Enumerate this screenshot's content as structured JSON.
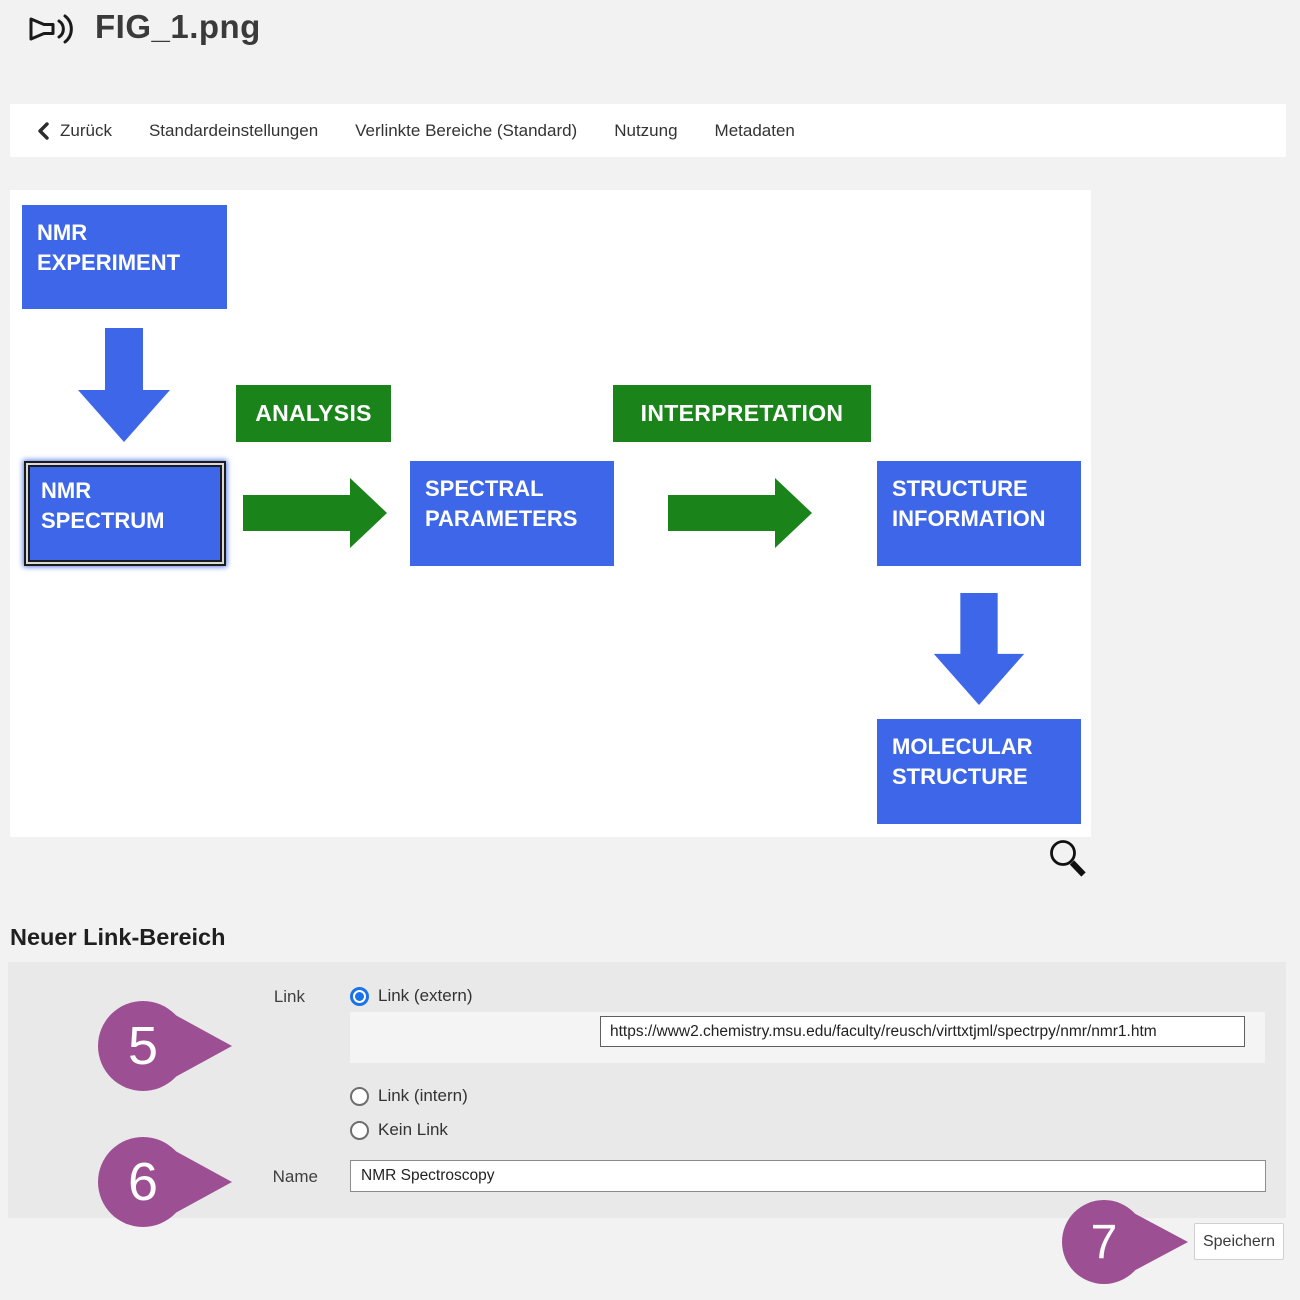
{
  "header": {
    "title": "FIG_1.png"
  },
  "nav": {
    "back_label": "Zurück",
    "items": [
      "Standardeinstellungen",
      "Verlinkte Bereiche (Standard)",
      "Nutzung",
      "Metadaten"
    ]
  },
  "diagram": {
    "nodes": [
      {
        "id": "nmr-experiment",
        "label": "NMR EXPERIMENT",
        "type": "blue"
      },
      {
        "id": "analysis",
        "label": "ANALYSIS",
        "type": "green"
      },
      {
        "id": "nmr-spectrum",
        "label": "NMR SPECTRUM",
        "type": "blue",
        "selected": true
      },
      {
        "id": "spectral-parameters",
        "label": "SPECTRAL PARAMETERS",
        "type": "blue"
      },
      {
        "id": "interpretation",
        "label": "INTERPRETATION",
        "type": "green"
      },
      {
        "id": "structure-information",
        "label": "STRUCTURE INFORMATION",
        "type": "blue"
      },
      {
        "id": "molecular-structure",
        "label": "MOLECULAR STRUCTURE",
        "type": "blue"
      }
    ],
    "edges": [
      {
        "from": "NMR EXPERIMENT",
        "to": "NMR SPECTRUM",
        "style": "blue-down-arrow"
      },
      {
        "from": "NMR SPECTRUM",
        "to": "SPECTRAL PARAMETERS",
        "label": "ANALYSIS",
        "style": "green-right-arrow"
      },
      {
        "from": "SPECTRAL PARAMETERS",
        "to": "STRUCTURE INFORMATION",
        "label": "INTERPRETATION",
        "style": "green-right-arrow"
      },
      {
        "from": "STRUCTURE INFORMATION",
        "to": "MOLECULAR STRUCTURE",
        "style": "blue-down-arrow"
      }
    ],
    "colors": {
      "blue": "#3d67e8",
      "green": "#1a831a"
    }
  },
  "form": {
    "heading": "Neuer Link-Bereich",
    "link_label": "Link",
    "options": [
      {
        "label": "Link (extern)",
        "selected": true
      },
      {
        "label": "Link (intern)",
        "selected": false
      },
      {
        "label": "Kein Link",
        "selected": false
      }
    ],
    "url_value": "https://www2.chemistry.msu.edu/faculty/reusch/virttxtjml/spectrpy/nmr/nmr1.htm",
    "name_label": "Name",
    "name_value": "NMR Spectroscopy",
    "save_label": "Speichern"
  },
  "annotations": {
    "color": "#9c4f92",
    "markers": [
      {
        "number": "5",
        "points_to": "Link (extern) option"
      },
      {
        "number": "6",
        "points_to": "Name field"
      },
      {
        "number": "7",
        "points_to": "Speichern button"
      }
    ]
  }
}
